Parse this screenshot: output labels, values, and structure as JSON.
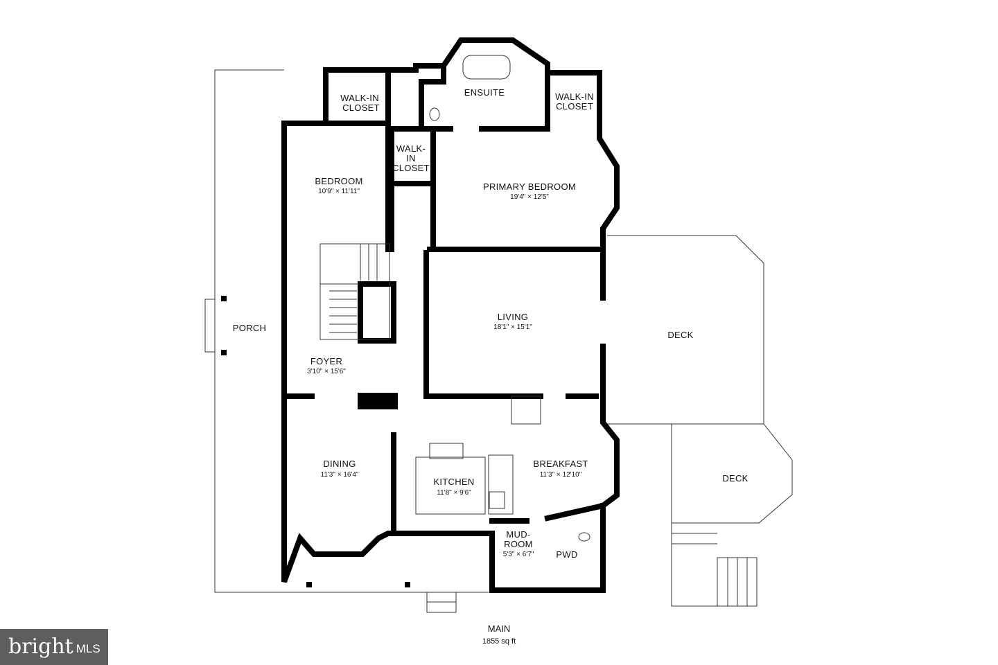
{
  "floor": {
    "name": "MAIN",
    "area": "1855 sq ft"
  },
  "rooms": {
    "walkin_closet_left": {
      "name_line1": "WALK-IN",
      "name_line2": "CLOSET"
    },
    "ensuite": {
      "name": "ENSUITE"
    },
    "walkin_closet_right": {
      "name_line1": "WALK-IN",
      "name_line2": "CLOSET"
    },
    "walkin_closet_mid": {
      "name_line1": "WALK-",
      "name_line2": "IN",
      "name_line3": "CLOSET"
    },
    "bedroom": {
      "name": "BEDROOM",
      "dims": "10'9\" × 11'11\""
    },
    "primary_bedroom": {
      "name": "PRIMARY BEDROOM",
      "dims": "19'4\" × 12'5\""
    },
    "porch": {
      "name": "PORCH"
    },
    "living": {
      "name": "LIVING",
      "dims": "18'1\" × 15'1\""
    },
    "deck_upper": {
      "name": "DECK"
    },
    "foyer": {
      "name": "FOYER",
      "dims": "3'10\" × 15'6\""
    },
    "dining": {
      "name": "DINING",
      "dims": "11'3\" × 16'4\""
    },
    "kitchen": {
      "name": "KITCHEN",
      "dims": "11'8\" × 9'6\""
    },
    "breakfast": {
      "name": "BREAKFAST",
      "dims": "11'3\" × 12'10\""
    },
    "deck_lower": {
      "name": "DECK"
    },
    "mudroom": {
      "name_line1": "MUD-",
      "name_line2": "ROOM",
      "dims": "5'3\" × 6'7\""
    },
    "pwd": {
      "name": "PWD"
    }
  },
  "watermark": {
    "brand": "bright",
    "suffix": "MLS"
  },
  "colors": {
    "wall": "#000000",
    "line": "#333333",
    "background": "#ffffff",
    "watermark_bg": "#5e5e5e"
  }
}
